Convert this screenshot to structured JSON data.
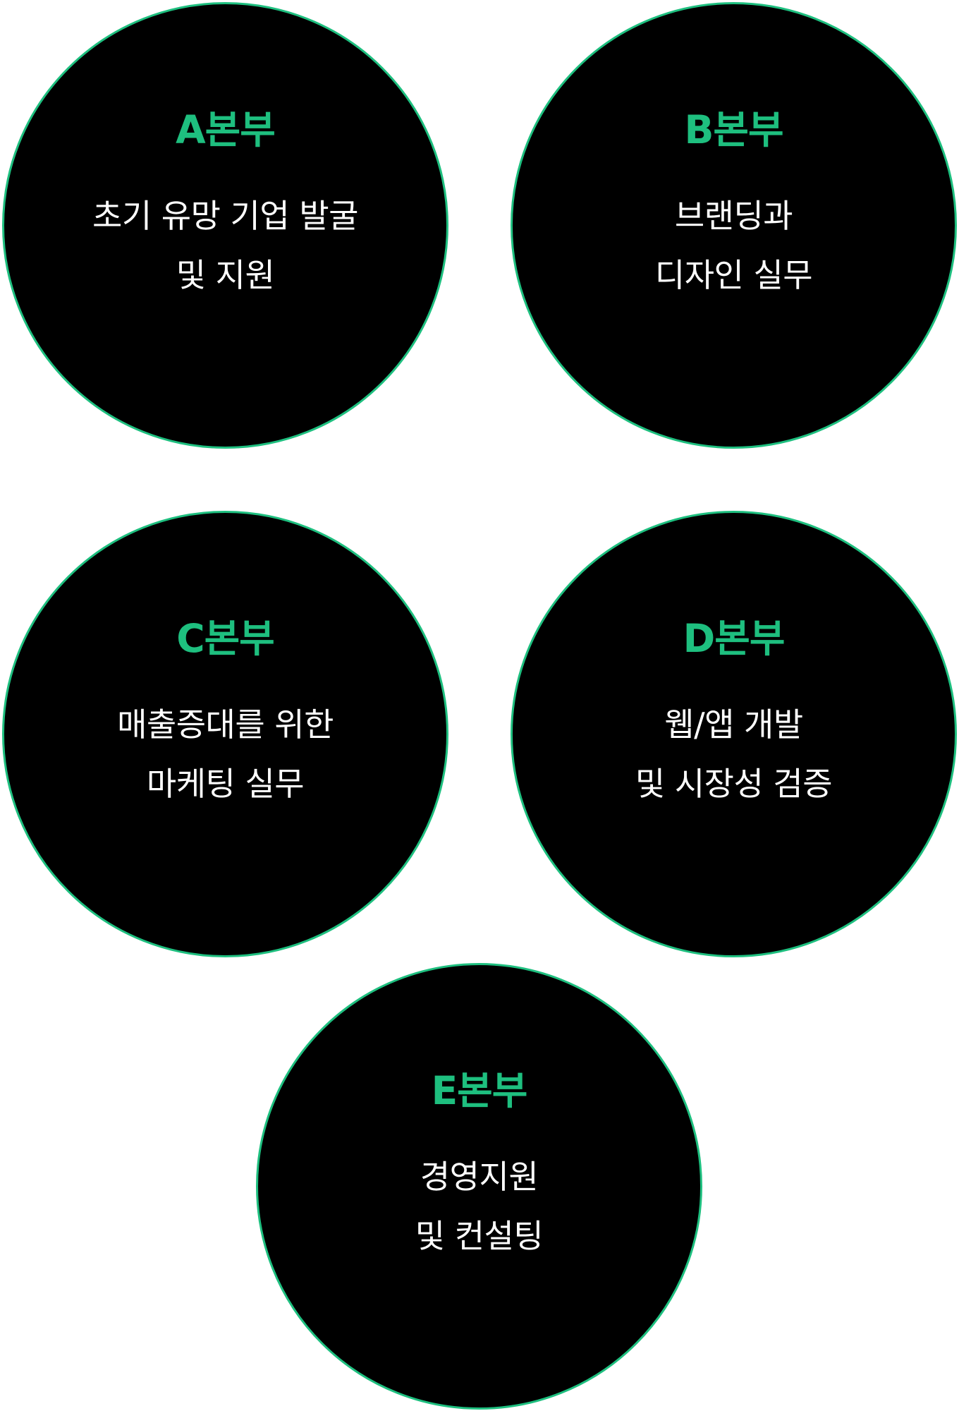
{
  "divisions": [
    {
      "title": "A본부",
      "line1": "초기 유망 기업 발굴",
      "line2": "및 지원"
    },
    {
      "title": "B본부",
      "line1": "브랜딩과",
      "line2": "디자인 실무"
    },
    {
      "title": "C본부",
      "line1": "매출증대를 위한",
      "line2": "마케팅 실무"
    },
    {
      "title": "D본부",
      "line1": "웹/앱 개발",
      "line2": "및 시장성 검증"
    },
    {
      "title": "E본부",
      "line1": "경영지원",
      "line2": "및 컨설팅"
    }
  ],
  "colors": {
    "accent": "#1ebf7f",
    "circle_fill": "#000000",
    "text": "#ffffff"
  }
}
